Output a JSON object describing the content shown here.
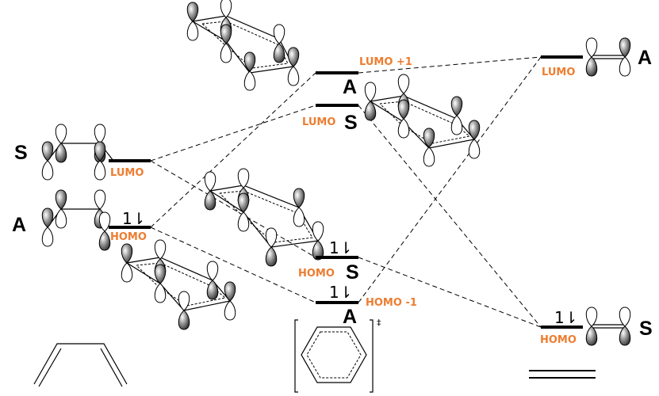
{
  "colors": {
    "label_accent": "#ED7D31",
    "levels": "#000000"
  },
  "left_fragment": {
    "name": "butadiene",
    "levels": [
      {
        "symmetry": "S",
        "label": "LUMO",
        "occupancy": ""
      },
      {
        "symmetry": "A",
        "label": "HOMO",
        "occupancy": "1⇂"
      }
    ]
  },
  "center_fragment": {
    "name": "transition-state",
    "transition_mark": "‡",
    "levels": [
      {
        "symmetry": "A",
        "label": "LUMO +1",
        "occupancy": ""
      },
      {
        "symmetry": "S",
        "label": "LUMO",
        "occupancy": ""
      },
      {
        "symmetry": "S",
        "label": "HOMO",
        "occupancy": "1⇂"
      },
      {
        "symmetry": "A",
        "label": "HOMO -1",
        "occupancy": "1⇂"
      }
    ]
  },
  "right_fragment": {
    "name": "ethylene",
    "levels": [
      {
        "symmetry": "A",
        "label": "LUMO",
        "occupancy": ""
      },
      {
        "symmetry": "S",
        "label": "HOMO",
        "occupancy": "1⇂"
      }
    ]
  },
  "correlations": [
    {
      "from": "butadiene LUMO (S)",
      "to": "TS LUMO (S)"
    },
    {
      "from": "butadiene LUMO (S)",
      "to": "TS HOMO (S)"
    },
    {
      "from": "butadiene HOMO (A)",
      "to": "TS LUMO +1 (A)"
    },
    {
      "from": "butadiene HOMO (A)",
      "to": "TS HOMO -1 (A)"
    },
    {
      "from": "ethylene LUMO (A)",
      "to": "TS LUMO +1 (A)"
    },
    {
      "from": "ethylene LUMO (A)",
      "to": "TS HOMO -1 (A)"
    },
    {
      "from": "ethylene HOMO (S)",
      "to": "TS LUMO (S)"
    },
    {
      "from": "ethylene HOMO (S)",
      "to": "TS HOMO (S)"
    }
  ]
}
